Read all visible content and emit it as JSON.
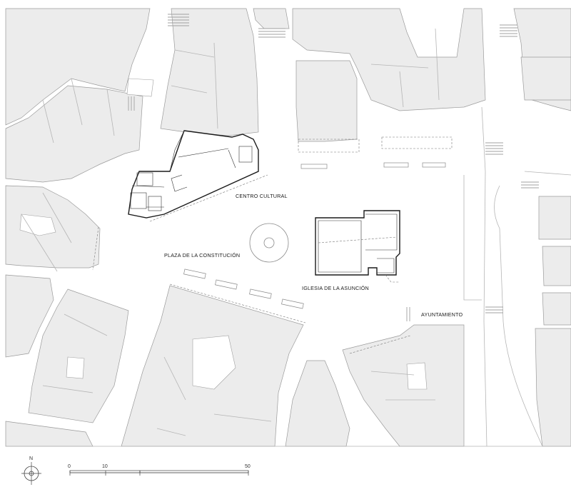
{
  "labels": {
    "centro_cultural": "CENTRO CULTURAL",
    "plaza": "PLAZA DE LA CONSTITUCIÓN",
    "iglesia": "IGLESIA DE LA ASUNCIÓN",
    "ayuntamiento": "AYUNTAMIENTO"
  },
  "north": {
    "label": "N"
  },
  "scale": {
    "ticks": [
      "0",
      "10",
      "50"
    ]
  },
  "colors": {
    "block_fill": "#ececec",
    "block_stroke": "#9a9a9a",
    "plan_stroke": "#1a1a1a",
    "background": "#ffffff"
  },
  "icons": {
    "north_arrow": "compass-north-icon"
  }
}
